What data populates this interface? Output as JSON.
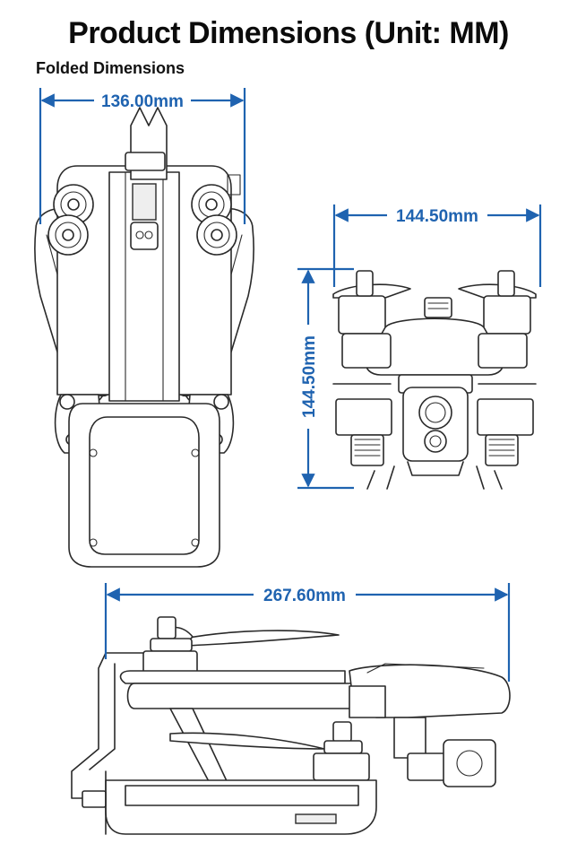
{
  "title": "Product Dimensions (Unit: MM)",
  "subtitle": "Folded Dimensions",
  "accent_color": "#1f63b0",
  "dimensions": {
    "top_width": "136.00mm",
    "front_width": "144.50mm",
    "front_height": "144.50mm",
    "side_length": "267.60mm"
  }
}
